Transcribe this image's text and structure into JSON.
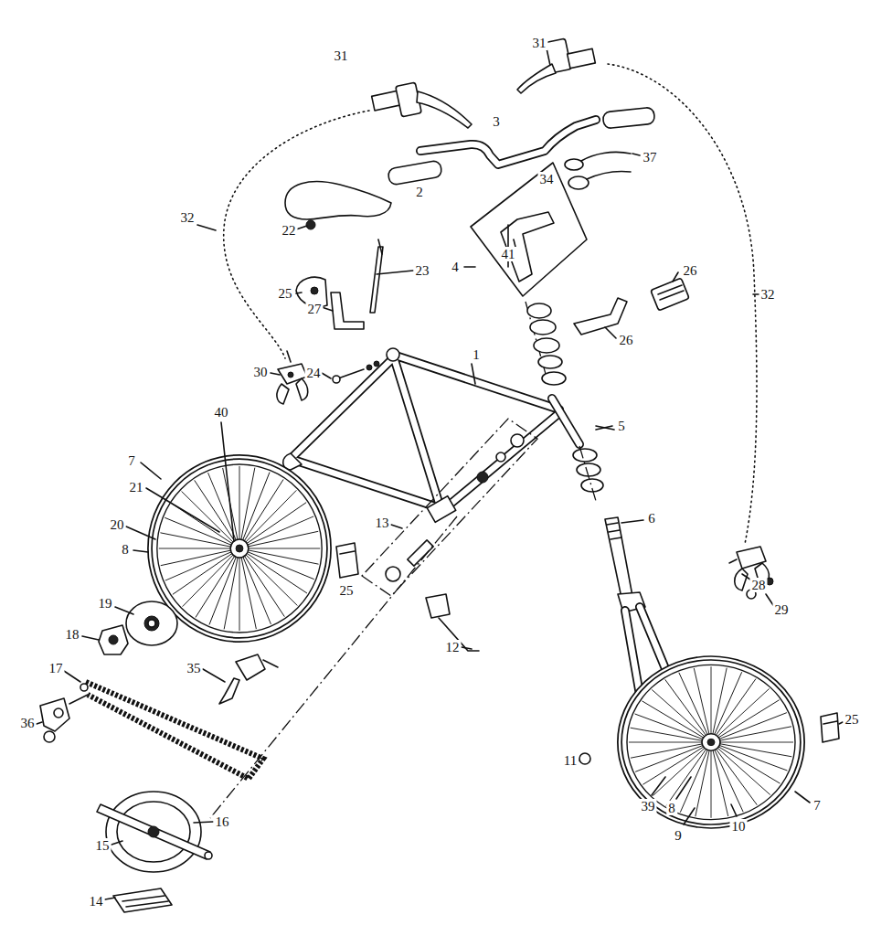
{
  "diagram": {
    "labels": [
      "31",
      "31",
      "3",
      "37",
      "34",
      "2",
      "32",
      "22",
      "41",
      "4",
      "26",
      "23",
      "25",
      "32",
      "27",
      "26",
      "1",
      "24",
      "30",
      "40",
      "5",
      "7",
      "21",
      "6",
      "13",
      "20",
      "8",
      "25",
      "28",
      "19",
      "29",
      "18",
      "12",
      "35",
      "17",
      "25",
      "36",
      "11",
      "39",
      "7",
      "8",
      "16",
      "10",
      "9",
      "15",
      "14"
    ]
  }
}
